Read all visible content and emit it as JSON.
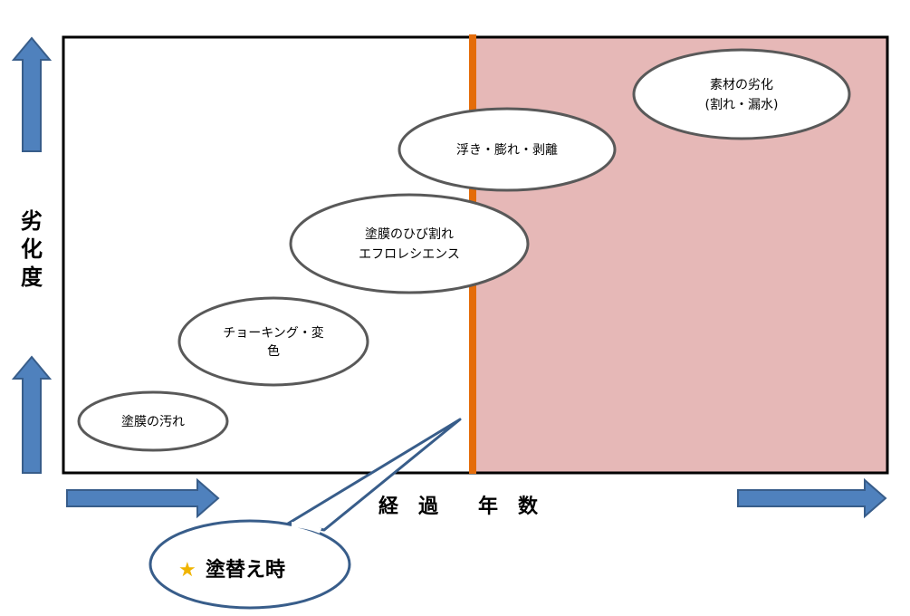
{
  "axis": {
    "y_label_chars": [
      "劣",
      "化",
      "度"
    ],
    "x_label": "経　過　　年　数"
  },
  "stages": [
    {
      "id": "stage-1",
      "lines": [
        "塗膜の汚れ"
      ]
    },
    {
      "id": "stage-2",
      "lines": [
        "チョーキング・変",
        "色"
      ]
    },
    {
      "id": "stage-3",
      "lines": [
        "塗膜のひび割れ",
        "エフロレシエンス"
      ]
    },
    {
      "id": "stage-4",
      "lines": [
        "浮き・膨れ・剥離"
      ]
    },
    {
      "id": "stage-5",
      "lines": [
        "素材の劣化",
        "(割れ・漏水)"
      ]
    }
  ],
  "callout": {
    "star": "★",
    "text": "塗替え時"
  },
  "colors": {
    "arrow_fill": "#4f81bd",
    "arrow_stroke": "#385d8a",
    "zone_fill": "#e6b8b7",
    "divider": "#e46c0a",
    "ellipse_stroke": "#595959",
    "callout_stroke": "#385d8a",
    "star": "#f0b400"
  },
  "icons": [
    "arrow-up-icon",
    "arrow-right-icon",
    "star-icon"
  ]
}
